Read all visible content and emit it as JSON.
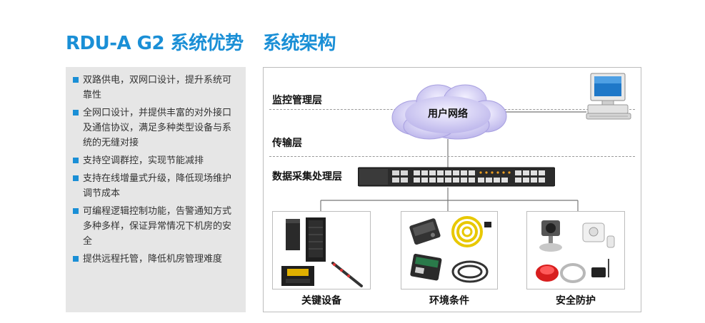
{
  "header": {
    "advantages_title": "RDU-A G2 系统优势",
    "architecture_title": "系统架构"
  },
  "advantages": [
    "双路供电，双网口设计，提升系统可靠性",
    "全网口设计，并提供丰富的对外接口及通信协议，满足多种类型设备与系统的无缝对接",
    "支持空调群控，实现节能减排",
    "支持在线增量式升级，降低现场维护调节成本",
    "可编程逻辑控制功能，告警通知方式多种多样，保证异常情况下机房的安全",
    "提供远程托管，降低机房管理难度"
  ],
  "architecture": {
    "layers": {
      "monitoring": "监控管理层",
      "transport": "传输层",
      "acquisition": "数据采集处理层"
    },
    "cloud_label": "用户网络",
    "device_groups": {
      "critical": "关键设备",
      "environment": "环境条件",
      "security": "安全防护"
    }
  },
  "colors": {
    "title_blue": "#1a8fd6",
    "bullet_blue": "#1a8fd6",
    "panel_gray": "#e6e6e6",
    "cloud_lavender": "#c9c4ef"
  }
}
